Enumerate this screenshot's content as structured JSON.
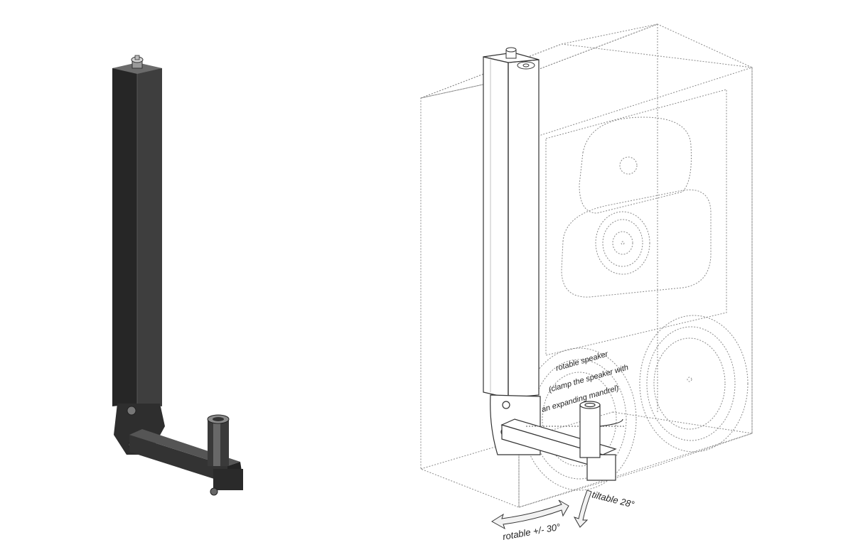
{
  "colors": {
    "bracket_dark": "#2a2a2a",
    "bracket_mid": "#3c3c3c",
    "bracket_light": "#5a5a5a",
    "outline": "#444444",
    "dotted": "#8a8a8a",
    "arrow_fill": "#f2f2f2"
  },
  "annotations": {
    "rotatable_speaker": "rotable speaker",
    "clamp_line1": "(clamp the speaker with",
    "clamp_line2": "an expanding mandrel)",
    "tiltable": "tiltable 28°",
    "rotatable_angle": "rotable +/- 30°"
  }
}
